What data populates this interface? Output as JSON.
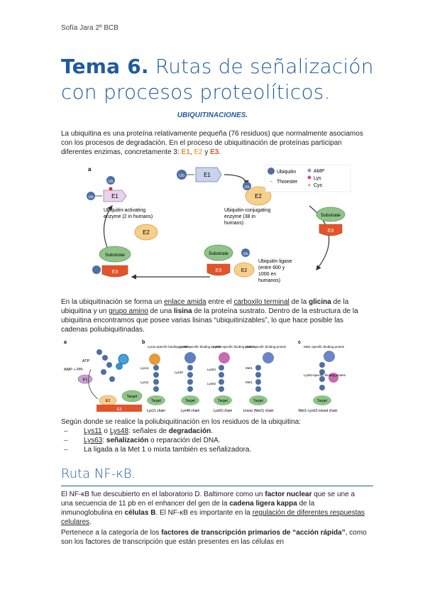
{
  "header": {
    "author": "Sofía Jara 2º BCB"
  },
  "title": {
    "bold": "Tema 6.",
    "rest": " Rutas de señalización con procesos proteolíticos."
  },
  "section1": {
    "heading": "UBIQUITINACIONES."
  },
  "p1": {
    "text": "La ubiquitina es una proteína relativamente pequeña (76 residuos) que normalmente asociamos con los procesos de degradación. En el proceso de ubiquitinación de proteínas participan diferentes enzimas, concretamente 3: ",
    "e1": "E1",
    "sep1": ", ",
    "e2": "E2",
    "sep2": " y ",
    "e3": "E3",
    "end": "."
  },
  "fig1": {
    "panel": "a",
    "e1": "E1",
    "e2": "E2",
    "e3": "E3",
    "substrate": "Substrate",
    "ub": "Ub",
    "activating": "Ubiquitin-activating",
    "activating2": "enzyme (2 in humans)",
    "conjugating": "Ubiquitin-conjugating",
    "conjugating2": "enzyme (38 in",
    "conjugating3": "humans)",
    "ligase": "Ubiquitin ligase",
    "ligase2": "(entre 600 y",
    "ligase3": "1000 en",
    "ligase4": "humanos)",
    "legend_ub": "Ubiquitin",
    "legend_thio": "Thioester",
    "legend_amp": "AMP",
    "legend_lys": "Lys",
    "legend_cys": "Cys"
  },
  "p2": {
    "t1": "En la ubiquitinación se forma un ",
    "u1": "enlace amida",
    "t2": " entre el ",
    "u2": "carboxilo terminal",
    "t3": " de la ",
    "b1": "glicina",
    "t4": " de la ubiquitina y un ",
    "u3": "grupo amino",
    "t5": " de una ",
    "b2": "lisina",
    "t6": " de la proteína sustrato. Dentro de la estructura de la ubiquitina encontramos que posee varias lisinas “ubiquitinizables”, lo que hace posible las cadenas poliubiquitinadas."
  },
  "fig2": {
    "pa": "a",
    "pb": "b",
    "pc": "c",
    "atp": "ATP",
    "amp": "AMP + PPi",
    "target": "Target",
    "e1": "E1",
    "e2": "E2",
    "e3": "E3",
    "lys11": "Lys11",
    "lys48": "Lys48",
    "lys63": "Lys63",
    "met1": "Met1",
    "lys11_bp": "Lys11-specific binding protein",
    "lys48_bp": "Lys48-specific binding protein",
    "lys63_bp": "Lys63-specific binding protein",
    "met1_bp": "Met1-specific binding protein",
    "lys63b_bp": "Lys63-specific binding protein",
    "cap_a": "Lys11 chain",
    "cap_b": "Lys48 chain",
    "cap_c": "Lys63 chain",
    "cap_d": "Linear (Met1) chain",
    "cap_e": "Met1–Lys63 mixed chain"
  },
  "p3": {
    "text": "Según donde se realice la poliubiquitinación en los residuos de la ubiquitina:"
  },
  "list": {
    "i1_u1": "Lys11",
    "i1_t1": " o ",
    "i1_u2": "Lys48",
    "i1_t2": ": señales de ",
    "i1_b": "degradación",
    "i1_end": ".",
    "i2_u": "Lys63",
    "i2_t1": ": ",
    "i2_b": "señalización",
    "i2_t2": " o reparación del DNA.",
    "i3": "La ligada a la Met 1 o mixta también es señalizadora."
  },
  "section2": {
    "heading": "Ruta NF-κB."
  },
  "p4": {
    "t1": "El NF-κB fue descubierto en el laboratorio D. Baltimore como un ",
    "b1": "factor nuclear",
    "t2": " que se une a una secuencia de 11 pb en el enhancer del gen de la ",
    "b2": "cadena ligera kappa",
    "t3": " de la inmunoglobulina en ",
    "b3": "células B",
    "t4": ". El NF-κB es importante en la ",
    "u1": "regulación de diferentes respuestas celulares",
    "t5": "."
  },
  "p5": {
    "t1": "Pertenece a la categoría de los ",
    "b1": "factores de transcripción primarios de “acción rápida”",
    "t2": ", como son los factores de transcripción que están presentes en las células en"
  }
}
